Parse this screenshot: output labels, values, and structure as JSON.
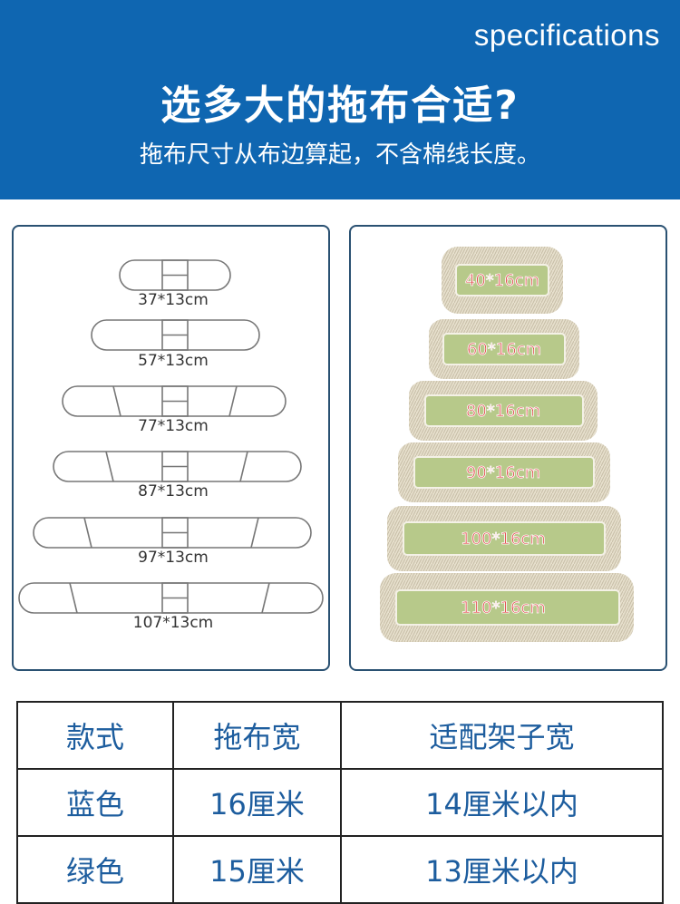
{
  "banner": {
    "english_title": "specifications",
    "title": "选多大的拖布合适?",
    "subtitle": "拖布尺寸从布边算起，不含棉线长度。"
  },
  "frames": [
    {
      "label": "37*13cm"
    },
    {
      "label": "57*13cm"
    },
    {
      "label": "77*13cm"
    },
    {
      "label": "87*13cm"
    },
    {
      "label": "97*13cm"
    },
    {
      "label": "107*13cm"
    }
  ],
  "mop_heads": [
    {
      "label": "40*16cm"
    },
    {
      "label": "60*16cm"
    },
    {
      "label": "80*16cm"
    },
    {
      "label": "90*16cm"
    },
    {
      "label": "100*16cm"
    },
    {
      "label": "110*16cm"
    }
  ],
  "table": {
    "headers": [
      "款式",
      "拖布宽",
      "适配架子宽"
    ],
    "rows": [
      [
        "蓝色",
        "16厘米",
        "14厘米以内"
      ],
      [
        "绿色",
        "15厘米",
        "13厘米以内"
      ]
    ]
  },
  "colors": {
    "banner_blue": "#0f66b1",
    "panel_border": "#2a5172",
    "table_text": "#1d5d9e",
    "mop_green": "#b7c98a",
    "mop_cotton": "#ddd6c3",
    "label_red": "#e04848"
  }
}
